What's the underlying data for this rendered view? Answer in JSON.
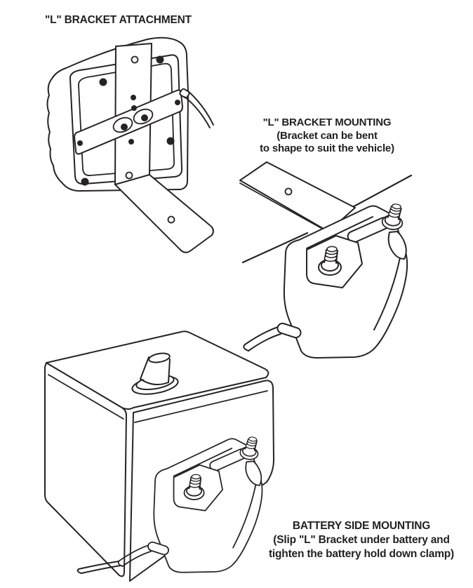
{
  "page": {
    "background": "#ffffff",
    "ink": "#262423",
    "type": "installation-instruction-diagram"
  },
  "figure1": {
    "title": "\"L\" BRACKET ATTACHMENT"
  },
  "figure2": {
    "title": "\"L\" BRACKET MOUNTING",
    "caption_line1": "(Bracket can be bent",
    "caption_line2": "to shape to suit the vehicle)"
  },
  "figure3": {
    "title": "BATTERY SIDE MOUNTING",
    "caption_line1": "(Slip \"L\" Bracket under battery and",
    "caption_line2": "tighten the battery hold down clamp)"
  }
}
